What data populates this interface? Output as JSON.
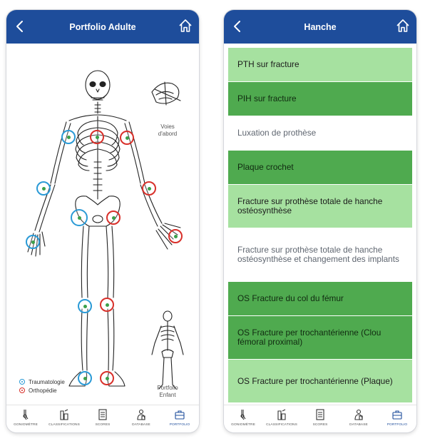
{
  "left": {
    "title": "Portfolio Adulte",
    "voies_label_1": "Voies",
    "voies_label_2": "d'abord",
    "portfolio_enfant_1": "Portfolio",
    "portfolio_enfant_2": "Enfant",
    "legend": {
      "traumatologie": "Traumatologie",
      "orthopedie": "Orthopédie"
    }
  },
  "right": {
    "title": "Hanche",
    "items": [
      {
        "label": "PTH sur fracture",
        "status": "light"
      },
      {
        "label": "PIH sur fracture",
        "status": "dark"
      },
      {
        "label": "Luxation de prothèse",
        "status": "none"
      },
      {
        "label": "Plaque crochet",
        "status": "dark"
      },
      {
        "label": "Fracture sur prothèse totale de hanche ostéosynthèse",
        "status": "light"
      },
      {
        "label": "Fracture sur prothèse totale de hanche ostéosynthèse et changement des implants",
        "status": "none"
      },
      {
        "label": "OS Fracture du col du fémur",
        "status": "dark"
      },
      {
        "label": "OS Fracture per trochantérienne (Clou fémoral proximal)",
        "status": "dark"
      },
      {
        "label": "OS Fracture per trochantérienne (Plaque)",
        "status": "light"
      }
    ]
  },
  "tabs": [
    {
      "label": "Goniomètre",
      "icon": "goniometer-icon"
    },
    {
      "label": "Classifications",
      "icon": "classifications-icon"
    },
    {
      "label": "Scores",
      "icon": "scores-icon"
    },
    {
      "label": "Database",
      "icon": "database-icon"
    },
    {
      "label": "Portfolio",
      "icon": "portfolio-icon"
    }
  ],
  "colors": {
    "header": "#1e4d9b",
    "traumatologie": "#2a9ad6",
    "orthopedie": "#d8302a",
    "light_green": "#a6e1a0",
    "dark_green": "#4faa4f"
  }
}
